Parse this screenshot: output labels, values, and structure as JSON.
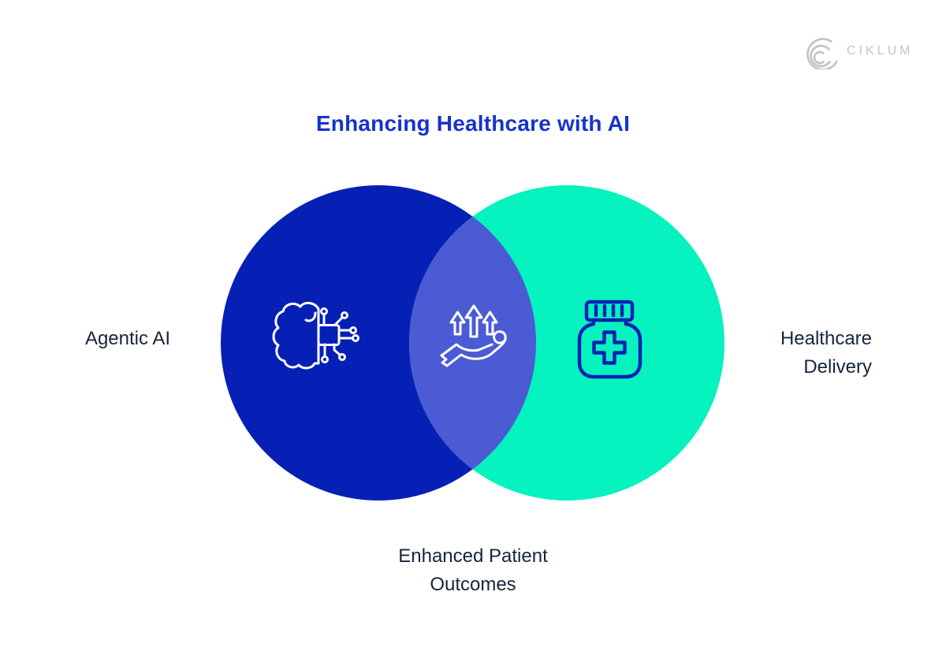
{
  "colors": {
    "background": "#FFFFFF",
    "title": "#1733CC",
    "label_text": "#16243C",
    "left_circle": "#0620B5",
    "right_circle": "#06F2BE",
    "overlap": "#4A5BD4",
    "icon_light": "#FFFFFF",
    "icon_dark": "#0620B5",
    "logo_gray": "#C4C4C4"
  },
  "header": {
    "title": "Enhancing Healthcare with AI",
    "logo_text": "CIKLUM"
  },
  "venn": {
    "left": {
      "label": "Agentic AI",
      "icon": "ai-brain-chip"
    },
    "right": {
      "label_line1": "Healthcare",
      "label_line2": "Delivery",
      "icon": "medicine-bottle"
    },
    "overlap": {
      "label_line1": "Enhanced Patient",
      "label_line2": "Outcomes",
      "icon": "hand-growth-arrows"
    }
  }
}
